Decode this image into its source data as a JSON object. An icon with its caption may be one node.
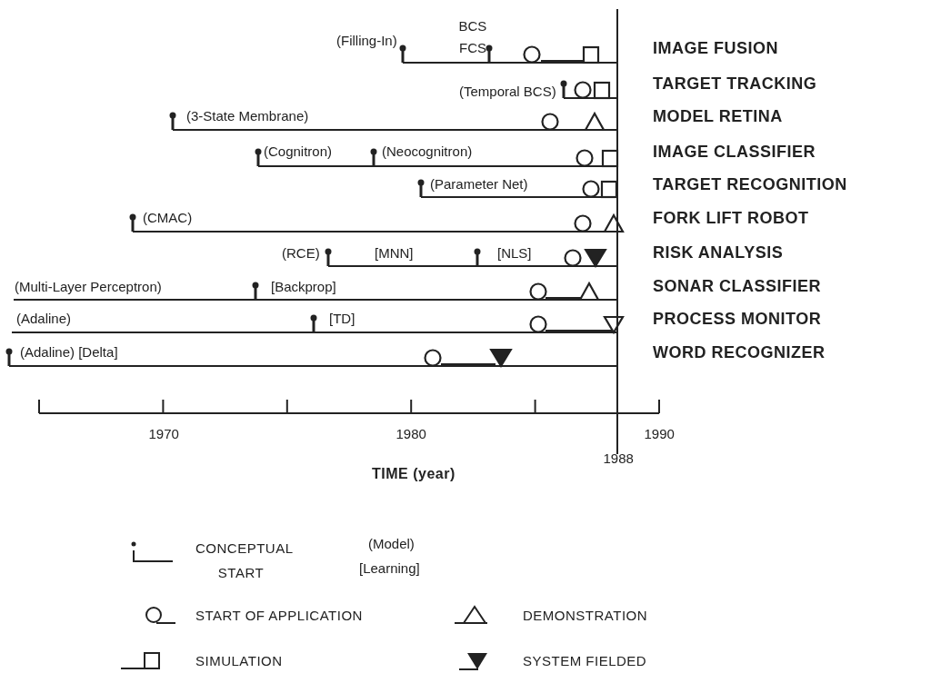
{
  "diagram": {
    "labels": [
      "BCS",
      "(Filling-In)",
      "FCS",
      "IMAGE FUSION",
      "(Temporal BCS)",
      "TARGET TRACKING",
      "(3-State Membrane)",
      "MODEL RETINA",
      "(Cognitron)",
      "(Neocognitron)",
      "IMAGE CLASSIFIER",
      "(Parameter Net)",
      "TARGET RECOGNITION",
      "(CMAC)",
      "FORK LIFT ROBOT",
      "(RCE)",
      "[MNN]",
      "[NLS]",
      "RISK ANALYSIS",
      "(Multi-Layer Perceptron)",
      "[Backprop]",
      "SONAR CLASSIFIER",
      "(Adaline)",
      "[TD]",
      "PROCESS MONITOR",
      "(Adaline) [Delta]",
      "WORD RECOGNIZER",
      "1970",
      "1980",
      "1990",
      "1988",
      "TIME (year)",
      "(Model)",
      "[Learning]"
    ],
    "legend": [
      {
        "text": "CONCEPTUAL START"
      },
      {
        "text": "START OF APPLICATION"
      },
      {
        "text": "DEMONSTRATION"
      },
      {
        "text": "SIMULATION"
      },
      {
        "text": "SYSTEM FIELDED"
      }
    ]
  }
}
